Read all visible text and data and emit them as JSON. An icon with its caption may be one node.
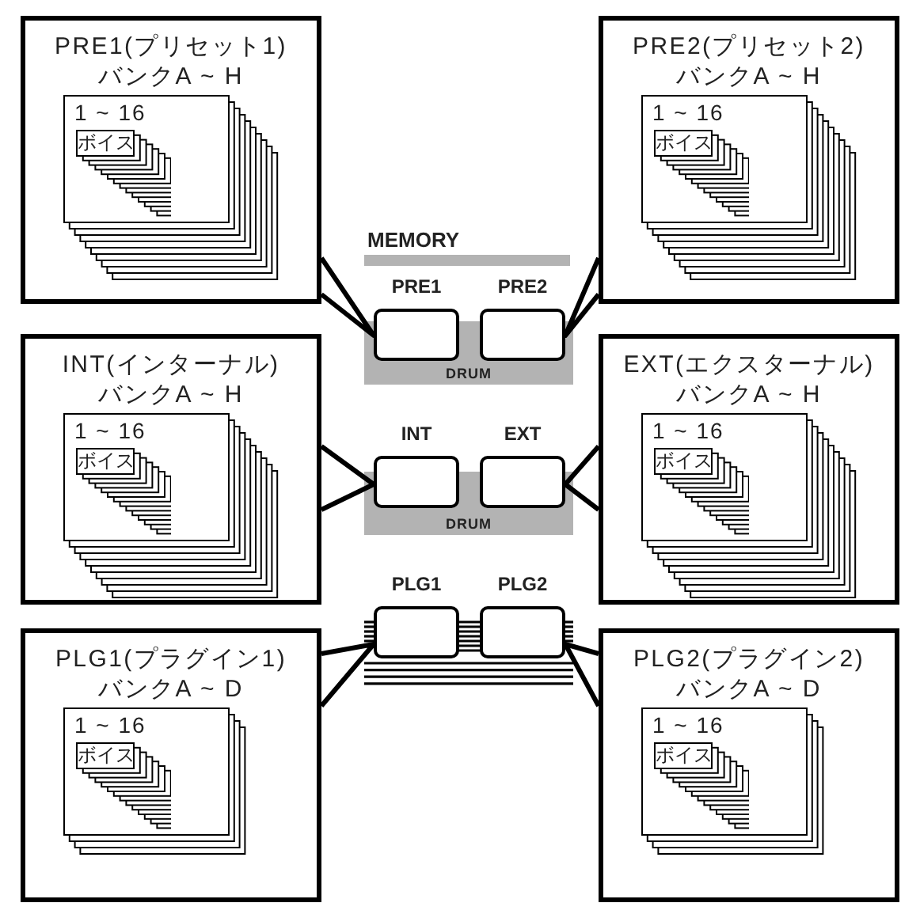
{
  "diagram": {
    "nodes": [
      {
        "text": [
          "PRE1(プリセット1)",
          "バンクA ~ H"
        ]
      },
      {
        "text": [
          "1 ~ 16"
        ],
        "in": 0
      },
      {
        "text": [
          "ボイス"
        ],
        "in": 1
      },
      {
        "text": [
          "PRE2(プリセット2)",
          "バンクA ~ H"
        ]
      },
      {
        "text": [
          "1 ~ 16"
        ],
        "in": 3
      },
      {
        "text": [
          "ボイス"
        ],
        "in": 4
      },
      {
        "text": [
          "PRE1"
        ]
      },
      {
        "text": [
          "PRE2"
        ]
      },
      {
        "text": [
          "DRUM"
        ]
      },
      {
        "text": [
          "INT(インターナル)",
          "バンクA ~ H"
        ]
      },
      {
        "text": [
          "1 ~ 16"
        ],
        "in": 9
      },
      {
        "text": [
          "ボイス"
        ],
        "in": 10
      },
      {
        "text": [
          "EXT(エクスターナル)",
          "バンクA ~ H"
        ]
      },
      {
        "text": [
          "1 ~ 16"
        ],
        "in": 12
      },
      {
        "text": [
          "ボイス"
        ],
        "in": 13
      },
      {
        "text": [
          "INT"
        ]
      },
      {
        "text": [
          "EXT"
        ]
      },
      {
        "text": [
          "DRUM"
        ]
      },
      {
        "text": [
          "PLG1(プラグイン1)",
          "バンクA ~ D"
        ]
      },
      {
        "text": [
          "1 ~ 16"
        ],
        "in": 18
      },
      {
        "text": [
          "ボイス"
        ],
        "in": 19
      },
      {
        "text": [
          "PLG2(プラグイン2)",
          "バンクA ~ D"
        ]
      },
      {
        "text": [
          "1 ~ 16"
        ],
        "in": 21
      },
      {
        "text": [
          "ボイス"
        ],
        "in": 22
      },
      {
        "text": [
          "PLG1"
        ]
      },
      {
        "text": [
          "PLG2"
        ]
      }
    ],
    "edges": [
      {
        "from": 0,
        "to": 6,
        "arrow": "none"
      },
      {
        "from": 3,
        "to": 7,
        "arrow": "none"
      },
      {
        "from": 9,
        "to": 15,
        "arrow": "none"
      },
      {
        "from": 12,
        "to": 16,
        "arrow": "none"
      },
      {
        "from": 18,
        "to": 24,
        "arrow": "none"
      },
      {
        "from": 21,
        "to": 25,
        "arrow": "none"
      }
    ],
    "labels": [
      "MEMORY"
    ]
  }
}
